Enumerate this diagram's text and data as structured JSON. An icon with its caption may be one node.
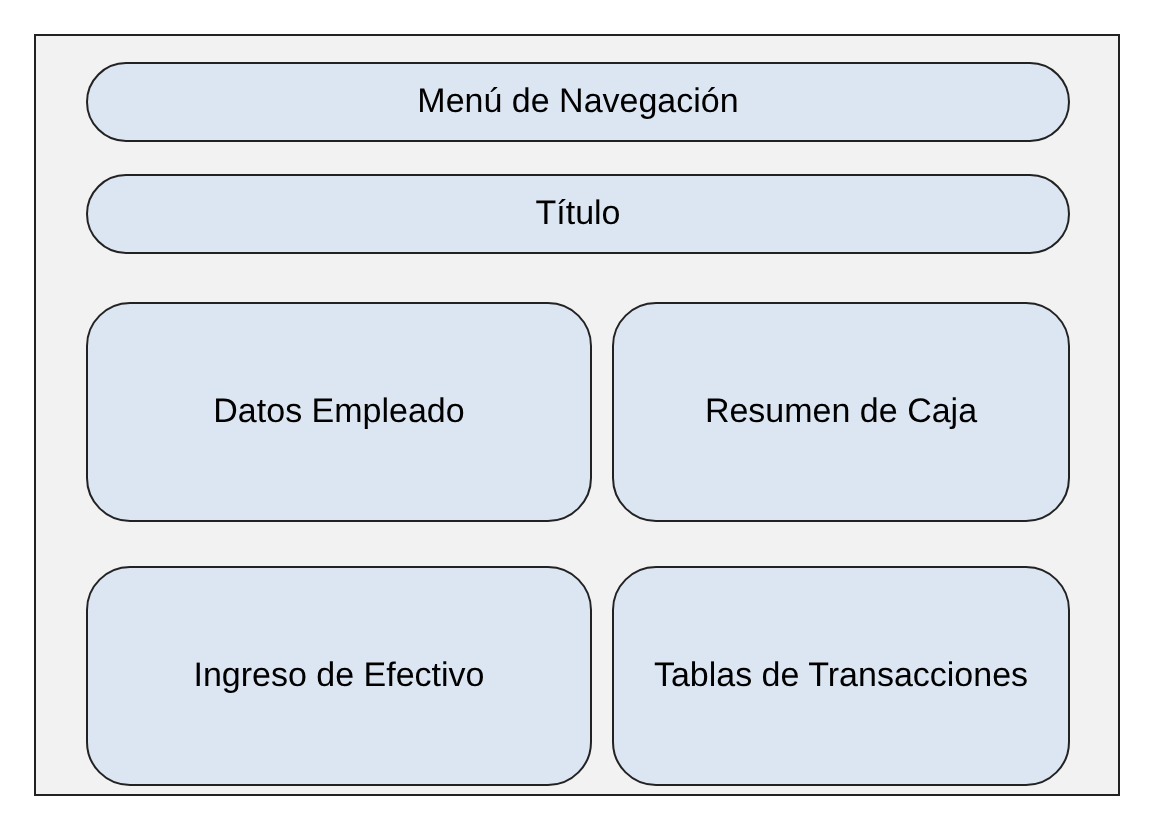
{
  "diagram": {
    "nodes": [
      {
        "text": [],
        "shape": "box"
      },
      {
        "text": [
          "Menú de Navegación"
        ],
        "in": 0
      },
      {
        "text": [
          "Título"
        ],
        "in": 0
      },
      {
        "text": [
          "Datos Empleado"
        ],
        "in": 0
      },
      {
        "text": [
          "Resumen de Caja"
        ],
        "in": 0
      },
      {
        "text": [
          "Ingreso de Efectivo"
        ],
        "in": 0
      },
      {
        "text": [
          "Tablas de Transacciones"
        ],
        "in": 0
      }
    ]
  }
}
